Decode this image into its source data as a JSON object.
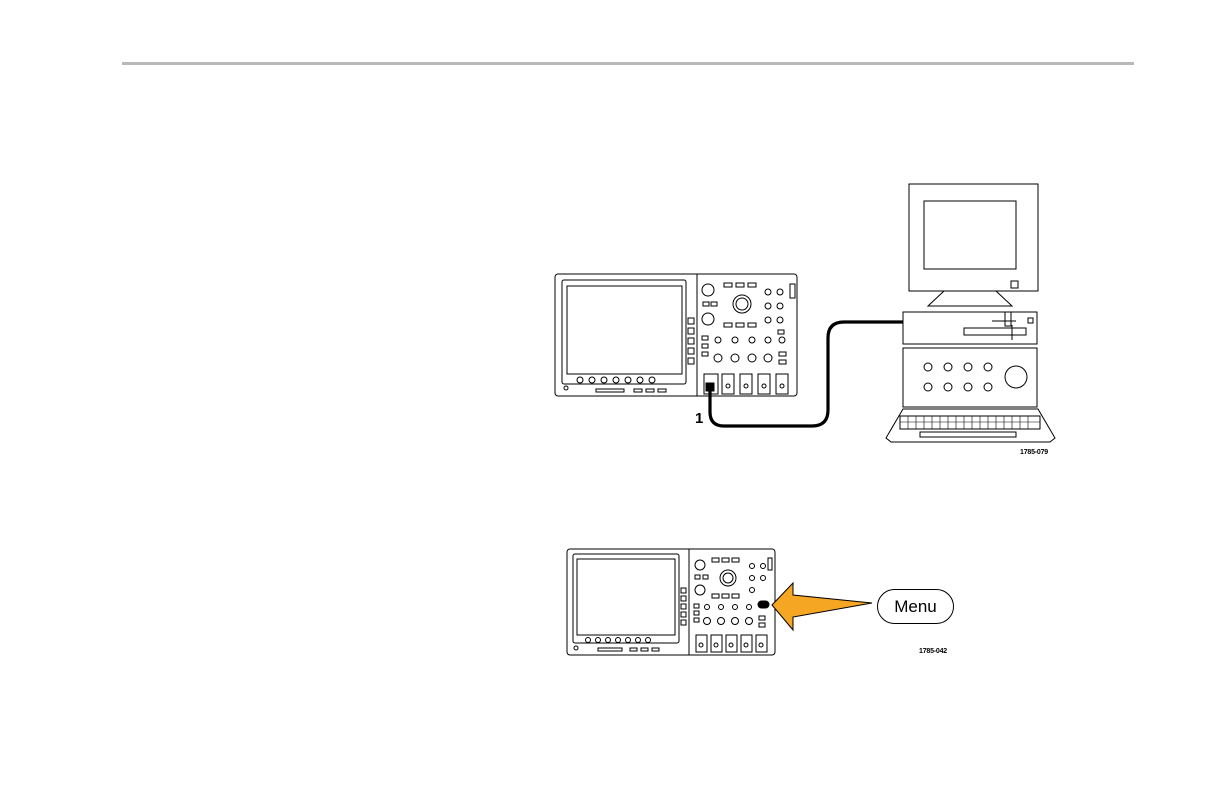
{
  "figure1": {
    "callout": "1",
    "figure_id": "1785-079"
  },
  "figure2": {
    "button_label": "Menu",
    "figure_id": "1785-042"
  },
  "colors": {
    "rule": "#b8b8b8",
    "arrow_fill": "#f5a623",
    "line": "#000000"
  },
  "icons": [
    "oscilloscope-icon",
    "computer-monitor-icon",
    "keyboard-icon",
    "usb-cable-icon",
    "arrow-pointer-icon"
  ]
}
